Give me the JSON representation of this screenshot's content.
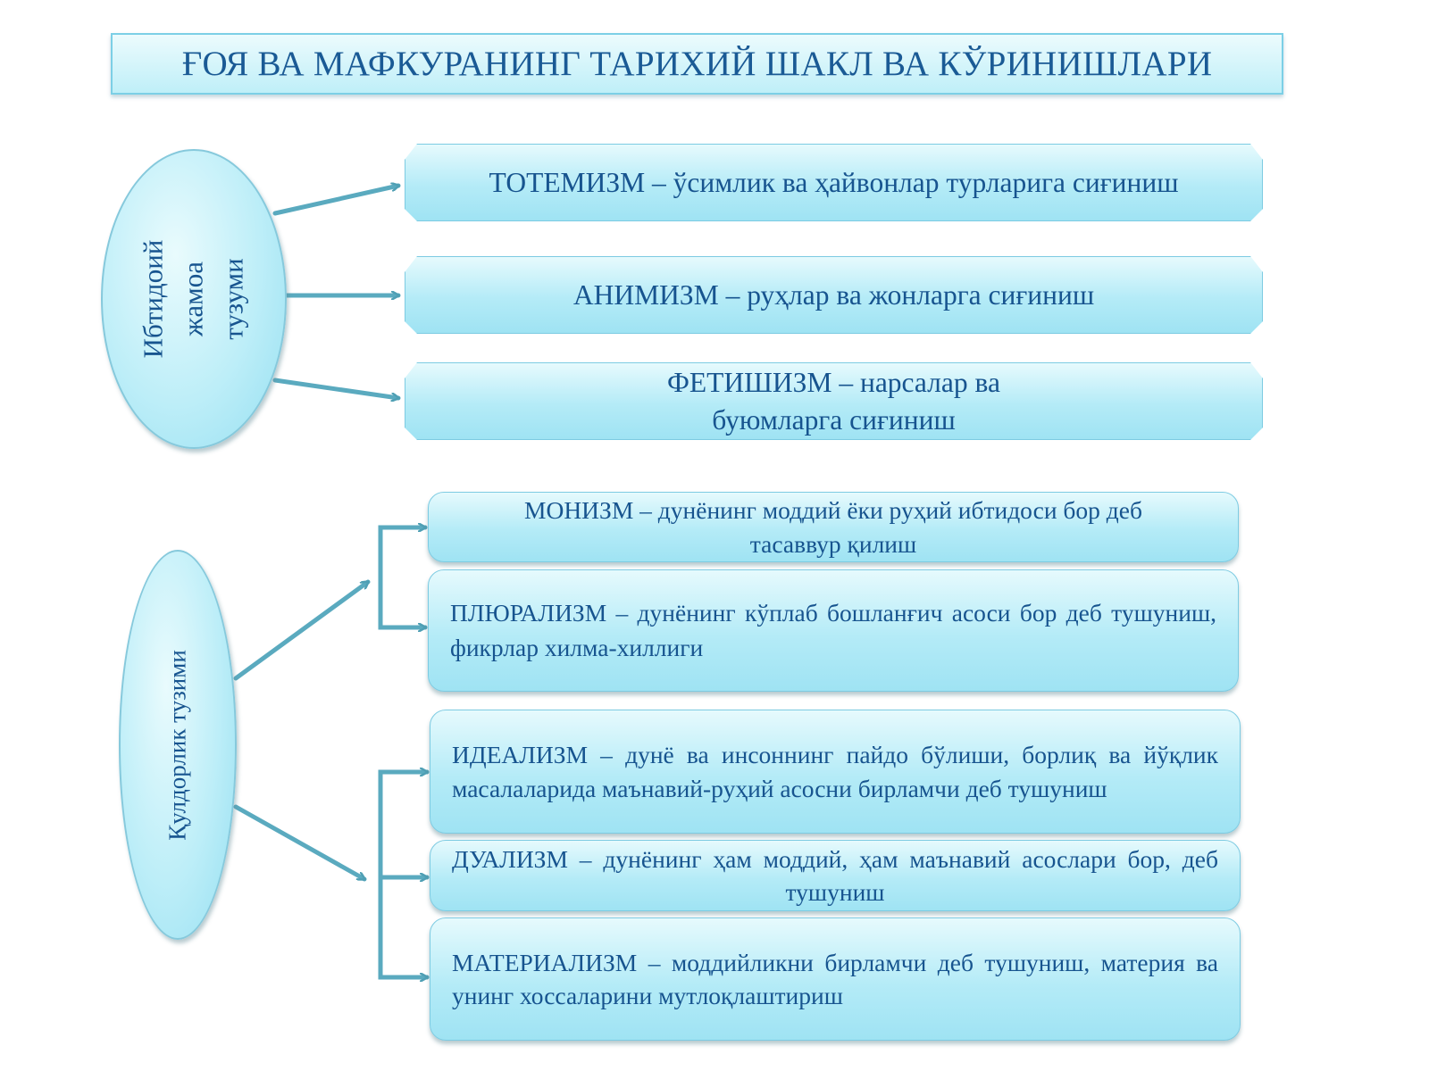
{
  "title": "ҒОЯ ВА МАФКУРАНИНГ ТАРИХИЙ ШАКЛ ВА КЎРИНИШЛАРИ",
  "primitive": {
    "label_lines": [
      "Ибтидоий",
      "жамоа",
      "тузуми"
    ],
    "items": [
      "ТОТЕМИЗМ – ўсимлик ва ҳайвонлар турларига сиғиниш",
      "АНИМИЗМ – руҳлар ва жонларга сиғиниш",
      "ФЕТИШИЗМ – нарсалар ва буюмларга сиғиниш"
    ]
  },
  "slavery": {
    "label": "Қулдорлик тузими",
    "items": [
      "МОНИЗМ – дунёнинг моддий ёки руҳий ибтидоси бор деб тасаввур қилиш",
      "ПЛЮРАЛИЗМ – дунёнинг кўплаб бошланғич асоси бор деб тушуниш, фикрлар хилма-хиллиги",
      "ИДЕАЛИЗМ – дунё ва инсоннинг пайдо бўлиши, борлиқ ва йўқлик масалаларида маънавий-руҳий асосни бирламчи деб тушуниш",
      "ДУАЛИЗМ – дунёнинг ҳам моддий, ҳам маънавий асослари бор, деб тушуниш",
      "МАТЕРИАЛИЗМ – моддийликни бирламчи деб тушуниш, материя ва унинг хоссаларини мутлоқлаштириш"
    ]
  },
  "colors": {
    "text": "#17548f",
    "box_fill": "#b4ebf7",
    "box_border": "#7dcbe2",
    "arrow": "#4f9fb4"
  }
}
